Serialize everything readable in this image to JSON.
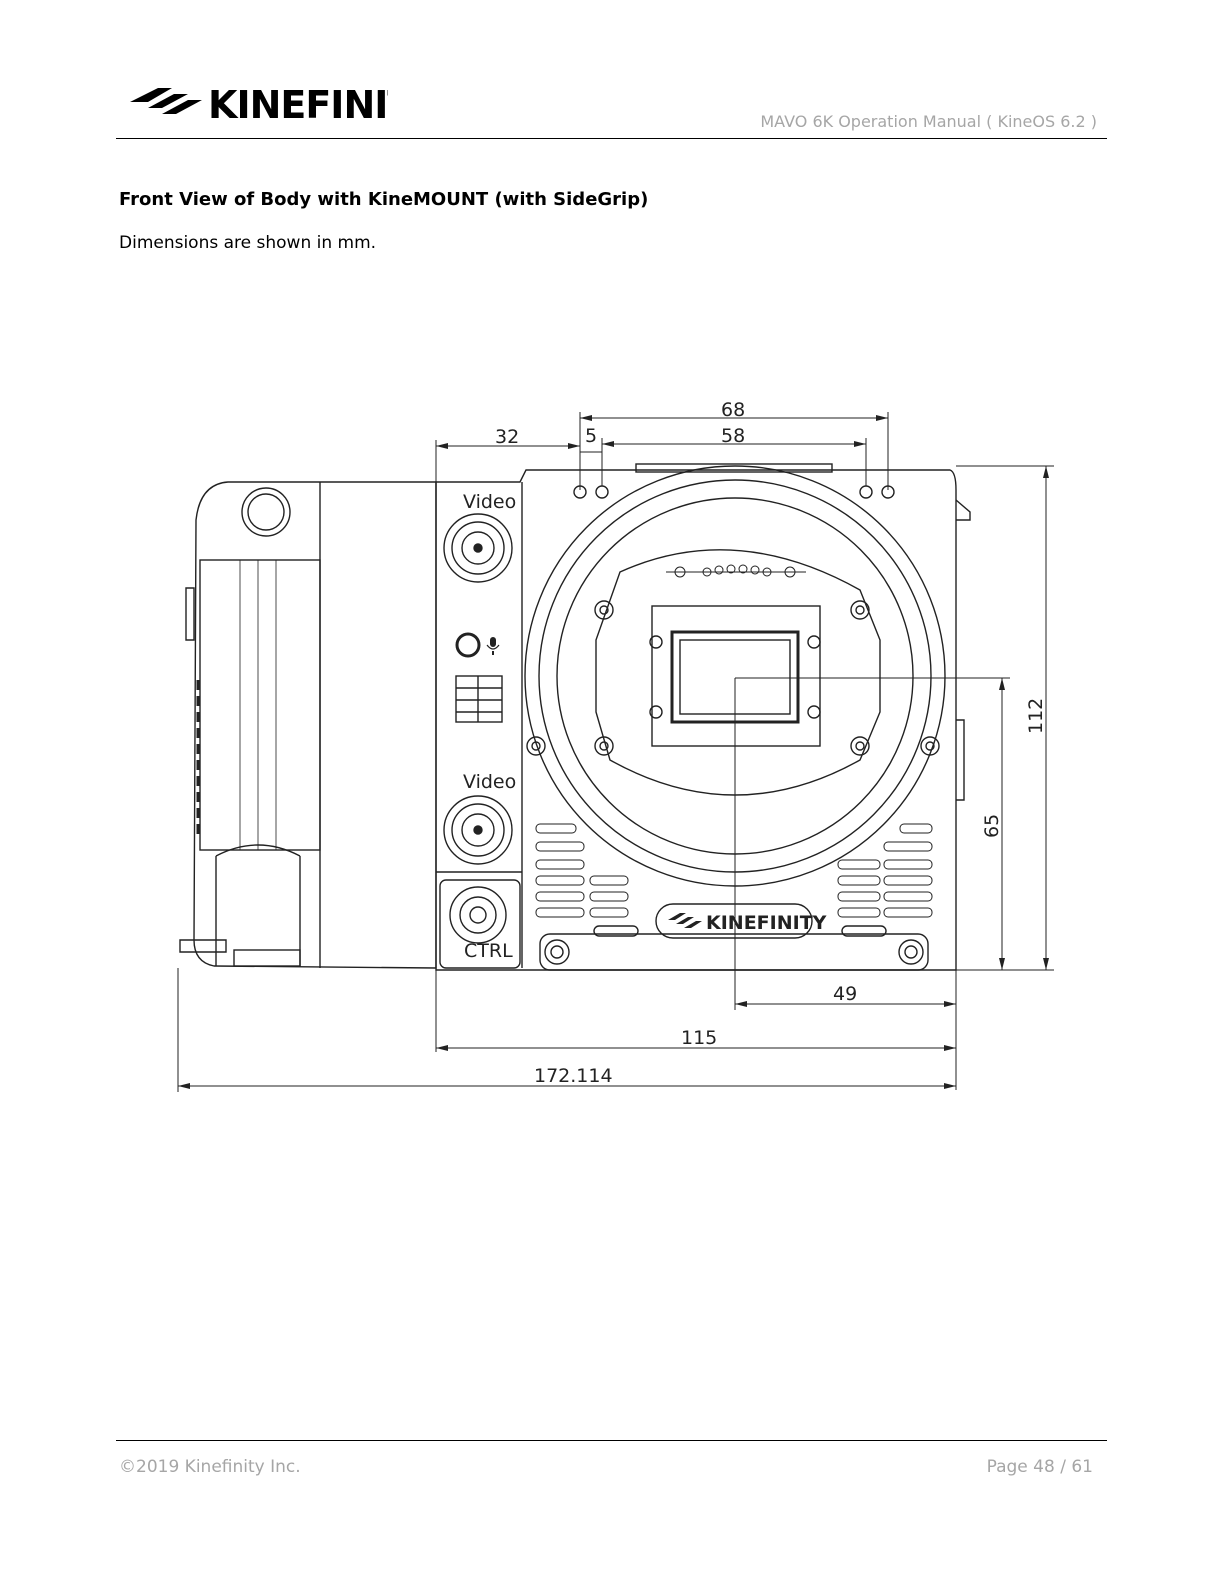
{
  "header": {
    "logo_text": "KINEFINITY",
    "subtitle": "MAVO 6K Operation Manual ( KineOS 6.2 )"
  },
  "section": {
    "title": "Front View of Body with KineMOUNT (with SideGrip)",
    "note": "Dimensions are shown in mm."
  },
  "drawing": {
    "labels": {
      "video_top": "Video",
      "video_bottom": "Video",
      "ctrl": "CTRL",
      "body_logo": "KINEFINITY"
    },
    "dimensions": {
      "d68": "68",
      "d58": "58",
      "d5": "5",
      "d32": "32",
      "d112": "112",
      "d65": "65",
      "d49": "49",
      "d115": "115",
      "d172": "172.114"
    }
  },
  "footer": {
    "copyright": "©2019 Kinefinity Inc.",
    "page_prefix": "Page",
    "page_number": "48",
    "page_total": "61"
  }
}
